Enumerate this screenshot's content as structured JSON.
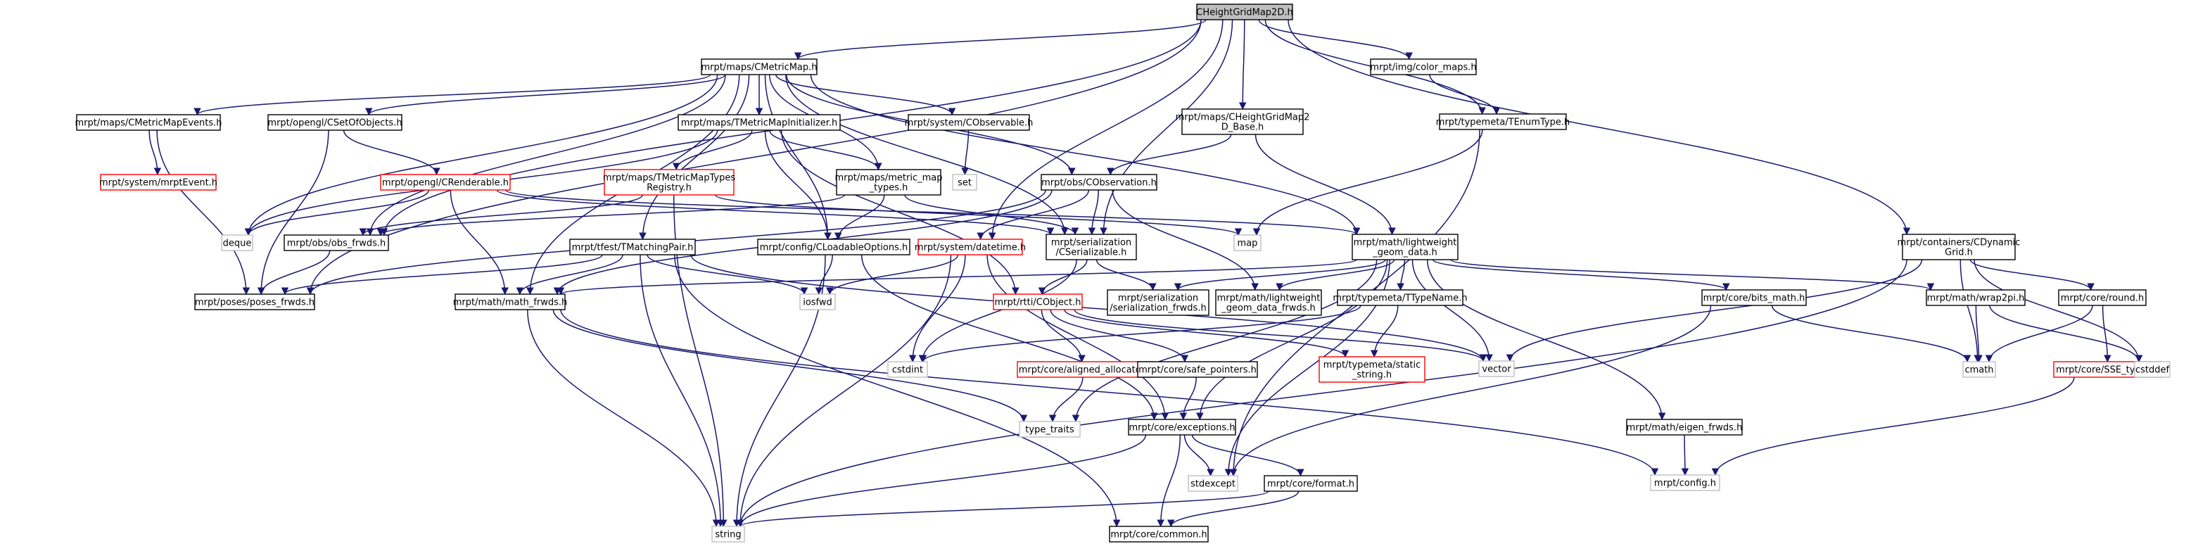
{
  "palette": {
    "edge": "#191970",
    "node_border": "#000000",
    "node_border_truncated": "#ff0000",
    "node_border_external": "#bfbfbf",
    "root_fill": "#bfbfbf",
    "node_fill": "#ffffff"
  },
  "nodes": [
    {
      "id": "root",
      "lines": [
        "CHeightGridMap2D.h"
      ],
      "style": "root"
    },
    {
      "id": "cmetricmap",
      "lines": [
        "mrpt/maps/CMetricMap.h"
      ],
      "style": "normal"
    },
    {
      "id": "colormaps",
      "lines": [
        "mrpt/img/color_maps.h"
      ],
      "style": "normal"
    },
    {
      "id": "cheightbase",
      "lines": [
        "mrpt/maps/CHeightGridMap2",
        "D_Base.h"
      ],
      "style": "normal"
    },
    {
      "id": "tenumtype",
      "lines": [
        "mrpt/typemeta/TEnumType.h"
      ],
      "style": "normal"
    },
    {
      "id": "cmetricmapevents",
      "lines": [
        "mrpt/maps/CMetricMapEvents.h"
      ],
      "style": "normal"
    },
    {
      "id": "csetofobjects",
      "lines": [
        "mrpt/opengl/CSetOfObjects.h"
      ],
      "style": "normal"
    },
    {
      "id": "tmetricmapinit",
      "lines": [
        "mrpt/maps/TMetricMapInitializer.h"
      ],
      "style": "normal"
    },
    {
      "id": "cobservable",
      "lines": [
        "mrpt/system/CObservable.h"
      ],
      "style": "normal"
    },
    {
      "id": "mrptevent",
      "lines": [
        "mrpt/system/mrptEvent.h"
      ],
      "style": "truncated"
    },
    {
      "id": "crenderable",
      "lines": [
        "mrpt/opengl/CRenderable.h"
      ],
      "style": "truncated"
    },
    {
      "id": "tmetricmaptypes",
      "lines": [
        "mrpt/maps/TMetricMapTypes",
        "Registry.h"
      ],
      "style": "truncated"
    },
    {
      "id": "metricmaptypes",
      "lines": [
        "mrpt/maps/metric_map",
        "_types.h"
      ],
      "style": "normal"
    },
    {
      "id": "set",
      "lines": [
        "set"
      ],
      "style": "external"
    },
    {
      "id": "cobservation",
      "lines": [
        "mrpt/obs/CObservation.h"
      ],
      "style": "normal"
    },
    {
      "id": "deque",
      "lines": [
        "deque"
      ],
      "style": "external"
    },
    {
      "id": "obsfrwds",
      "lines": [
        "mrpt/obs/obs_frwds.h"
      ],
      "style": "normal"
    },
    {
      "id": "tmatchingpair",
      "lines": [
        "mrpt/tfest/TMatchingPair.h"
      ],
      "style": "normal"
    },
    {
      "id": "cloadable",
      "lines": [
        "mrpt/config/CLoadableOptions.h"
      ],
      "style": "normal"
    },
    {
      "id": "datetime",
      "lines": [
        "mrpt/system/datetime.h"
      ],
      "style": "truncated"
    },
    {
      "id": "cserializable",
      "lines": [
        "mrpt/serialization",
        "/CSerializable.h"
      ],
      "style": "normal"
    },
    {
      "id": "map",
      "lines": [
        "map"
      ],
      "style": "external"
    },
    {
      "id": "lightweight",
      "lines": [
        "mrpt/math/lightweight",
        "_geom_data.h"
      ],
      "style": "normal"
    },
    {
      "id": "cdynamicgrid",
      "lines": [
        "mrpt/containers/CDynamic",
        "Grid.h"
      ],
      "style": "normal"
    },
    {
      "id": "posesfrwds",
      "lines": [
        "mrpt/poses/poses_frwds.h"
      ],
      "style": "normal"
    },
    {
      "id": "mathfrwds",
      "lines": [
        "mrpt/math/math_frwds.h"
      ],
      "style": "normal"
    },
    {
      "id": "iosfwd",
      "lines": [
        "iosfwd"
      ],
      "style": "external"
    },
    {
      "id": "cobject",
      "lines": [
        "mrpt/rtti/CObject.h"
      ],
      "style": "truncated"
    },
    {
      "id": "serialfrwds",
      "lines": [
        "mrpt/serialization",
        "/serialization_frwds.h"
      ],
      "style": "normal"
    },
    {
      "id": "lwfrwds",
      "lines": [
        "mrpt/math/lightweight",
        "_geom_data_frwds.h"
      ],
      "style": "normal"
    },
    {
      "id": "ttypename",
      "lines": [
        "mrpt/typemeta/TTypeName.h"
      ],
      "style": "normal"
    },
    {
      "id": "vector",
      "lines": [
        "vector"
      ],
      "style": "external"
    },
    {
      "id": "bitsmath",
      "lines": [
        "mrpt/core/bits_math.h"
      ],
      "style": "normal"
    },
    {
      "id": "wrap2pi",
      "lines": [
        "mrpt/math/wrap2pi.h"
      ],
      "style": "normal"
    },
    {
      "id": "round",
      "lines": [
        "mrpt/core/round.h"
      ],
      "style": "normal"
    },
    {
      "id": "cstdint",
      "lines": [
        "cstdint"
      ],
      "style": "external"
    },
    {
      "id": "alignedalloc",
      "lines": [
        "mrpt/core/aligned_allocator.h"
      ],
      "style": "truncated"
    },
    {
      "id": "safepointers",
      "lines": [
        "mrpt/core/safe_pointers.h"
      ],
      "style": "normal"
    },
    {
      "id": "staticstring",
      "lines": [
        "mrpt/typemeta/static",
        "_string.h"
      ],
      "style": "truncated"
    },
    {
      "id": "cmath",
      "lines": [
        "cmath"
      ],
      "style": "external"
    },
    {
      "id": "ssetypes",
      "lines": [
        "mrpt/core/SSE_types.h"
      ],
      "style": "truncated"
    },
    {
      "id": "cstddef",
      "lines": [
        "cstddef"
      ],
      "style": "external"
    },
    {
      "id": "eigenfrwds",
      "lines": [
        "mrpt/math/eigen_frwds.h"
      ],
      "style": "normal"
    },
    {
      "id": "typetraits",
      "lines": [
        "type_traits"
      ],
      "style": "external"
    },
    {
      "id": "exceptions",
      "lines": [
        "mrpt/core/exceptions.h"
      ],
      "style": "normal"
    },
    {
      "id": "config",
      "lines": [
        "mrpt/config.h"
      ],
      "style": "external"
    },
    {
      "id": "stdexcept",
      "lines": [
        "stdexcept"
      ],
      "style": "external"
    },
    {
      "id": "format",
      "lines": [
        "mrpt/core/format.h"
      ],
      "style": "normal"
    },
    {
      "id": "string",
      "lines": [
        "string"
      ],
      "style": "external"
    },
    {
      "id": "common",
      "lines": [
        "mrpt/core/common.h"
      ],
      "style": "normal"
    }
  ],
  "edges": [
    [
      "root",
      "cmetricmap"
    ],
    [
      "root",
      "colormaps"
    ],
    [
      "root",
      "cheightbase"
    ],
    [
      "root",
      "tenumtype"
    ],
    [
      "root",
      "cdynamicgrid"
    ],
    [
      "root",
      "cserializable"
    ],
    [
      "root",
      "posesfrwds"
    ],
    [
      "root",
      "obsfrwds"
    ],
    [
      "root",
      "datetime"
    ],
    [
      "colormaps",
      "tenumtype"
    ],
    [
      "tenumtype",
      "map"
    ],
    [
      "tenumtype",
      "stdexcept"
    ],
    [
      "cmetricmap",
      "cmetricmapevents"
    ],
    [
      "cmetricmap",
      "csetofobjects"
    ],
    [
      "cmetricmap",
      "tmetricmapinit"
    ],
    [
      "cmetricmap",
      "cobservable"
    ],
    [
      "cmetricmap",
      "metricmaptypes"
    ],
    [
      "cmetricmap",
      "cobservation"
    ],
    [
      "cmetricmap",
      "deque"
    ],
    [
      "cmetricmap",
      "obsfrwds"
    ],
    [
      "cmetricmap",
      "tmatchingpair"
    ],
    [
      "cmetricmap",
      "cserializable"
    ],
    [
      "cmetricmap",
      "lightweight"
    ],
    [
      "cmetricmap",
      "mathfrwds"
    ],
    [
      "cmetricmap",
      "cloadable"
    ],
    [
      "cmetricmapevents",
      "mrptevent"
    ],
    [
      "cmetricmapevents",
      "posesfrwds"
    ],
    [
      "csetofobjects",
      "crenderable"
    ],
    [
      "csetofobjects",
      "posesfrwds"
    ],
    [
      "crenderable",
      "deque"
    ],
    [
      "crenderable",
      "mathfrwds"
    ],
    [
      "crenderable",
      "cserializable"
    ],
    [
      "crenderable",
      "lightweight"
    ],
    [
      "tmetricmapinit",
      "tmetricmaptypes"
    ],
    [
      "tmetricmapinit",
      "metricmaptypes"
    ],
    [
      "tmetricmapinit",
      "deque"
    ],
    [
      "tmetricmapinit",
      "cloadable"
    ],
    [
      "tmetricmapinit",
      "cobject"
    ],
    [
      "tmetricmaptypes",
      "map"
    ],
    [
      "tmetricmaptypes",
      "obsfrwds"
    ],
    [
      "tmetricmaptypes",
      "string"
    ],
    [
      "cobservable",
      "set"
    ],
    [
      "metricmaptypes",
      "cserializable"
    ],
    [
      "metricmaptypes",
      "cloadable"
    ],
    [
      "metricmaptypes",
      "obsfrwds"
    ],
    [
      "cheightbase",
      "cobservation"
    ],
    [
      "cheightbase",
      "lightweight"
    ],
    [
      "cobservation",
      "datetime"
    ],
    [
      "cobservation",
      "cserializable"
    ],
    [
      "cobservation",
      "lwfrwds"
    ],
    [
      "cobservation",
      "mathfrwds"
    ],
    [
      "cobservation",
      "posesfrwds"
    ],
    [
      "obsfrwds",
      "posesfrwds"
    ],
    [
      "tmatchingpair",
      "posesfrwds"
    ],
    [
      "tmatchingpair",
      "mathfrwds"
    ],
    [
      "tmatchingpair",
      "iosfwd"
    ],
    [
      "tmatchingpair",
      "vector"
    ],
    [
      "tmatchingpair",
      "string"
    ],
    [
      "tmatchingpair",
      "common"
    ],
    [
      "cloadable",
      "iosfwd"
    ],
    [
      "cloadable",
      "string"
    ],
    [
      "cloadable",
      "exceptions"
    ],
    [
      "datetime",
      "iosfwd"
    ],
    [
      "datetime",
      "cstdint"
    ],
    [
      "datetime",
      "string"
    ],
    [
      "datetime",
      "exceptions"
    ],
    [
      "cserializable",
      "cobject"
    ],
    [
      "cserializable",
      "serialfrwds"
    ],
    [
      "cserializable",
      "cstdint"
    ],
    [
      "lightweight",
      "mathfrwds"
    ],
    [
      "lightweight",
      "serialfrwds"
    ],
    [
      "lightweight",
      "lwfrwds"
    ],
    [
      "lightweight",
      "ttypename"
    ],
    [
      "lightweight",
      "vector"
    ],
    [
      "lightweight",
      "bitsmath"
    ],
    [
      "lightweight",
      "wrap2pi"
    ],
    [
      "lightweight",
      "eigenfrwds"
    ],
    [
      "lightweight",
      "typetraits"
    ],
    [
      "lightweight",
      "exceptions"
    ],
    [
      "lightweight",
      "stdexcept"
    ],
    [
      "cdynamicgrid",
      "vector"
    ],
    [
      "cdynamicgrid",
      "round"
    ],
    [
      "cdynamicgrid",
      "cmath"
    ],
    [
      "cdynamicgrid",
      "cstddef"
    ],
    [
      "cdynamicgrid",
      "string"
    ],
    [
      "mathfrwds",
      "string"
    ],
    [
      "mathfrwds",
      "typetraits"
    ],
    [
      "mathfrwds",
      "config"
    ],
    [
      "cobject",
      "alignedalloc"
    ],
    [
      "cobject",
      "safepointers"
    ],
    [
      "cobject",
      "staticstring"
    ],
    [
      "cobject",
      "vector"
    ],
    [
      "alignedalloc",
      "typetraits"
    ],
    [
      "safepointers",
      "exceptions"
    ],
    [
      "ttypename",
      "staticstring"
    ],
    [
      "ttypename",
      "cstdint"
    ],
    [
      "bitsmath",
      "cmath"
    ],
    [
      "bitsmath",
      "stdexcept"
    ],
    [
      "wrap2pi",
      "cmath"
    ],
    [
      "wrap2pi",
      "cstddef"
    ],
    [
      "round",
      "cmath"
    ],
    [
      "round",
      "ssetypes"
    ],
    [
      "ssetypes",
      "config"
    ],
    [
      "eigenfrwds",
      "config"
    ],
    [
      "exceptions",
      "stdexcept"
    ],
    [
      "exceptions",
      "format"
    ],
    [
      "exceptions",
      "string"
    ],
    [
      "exceptions",
      "common"
    ],
    [
      "format",
      "string"
    ],
    [
      "format",
      "common"
    ]
  ]
}
